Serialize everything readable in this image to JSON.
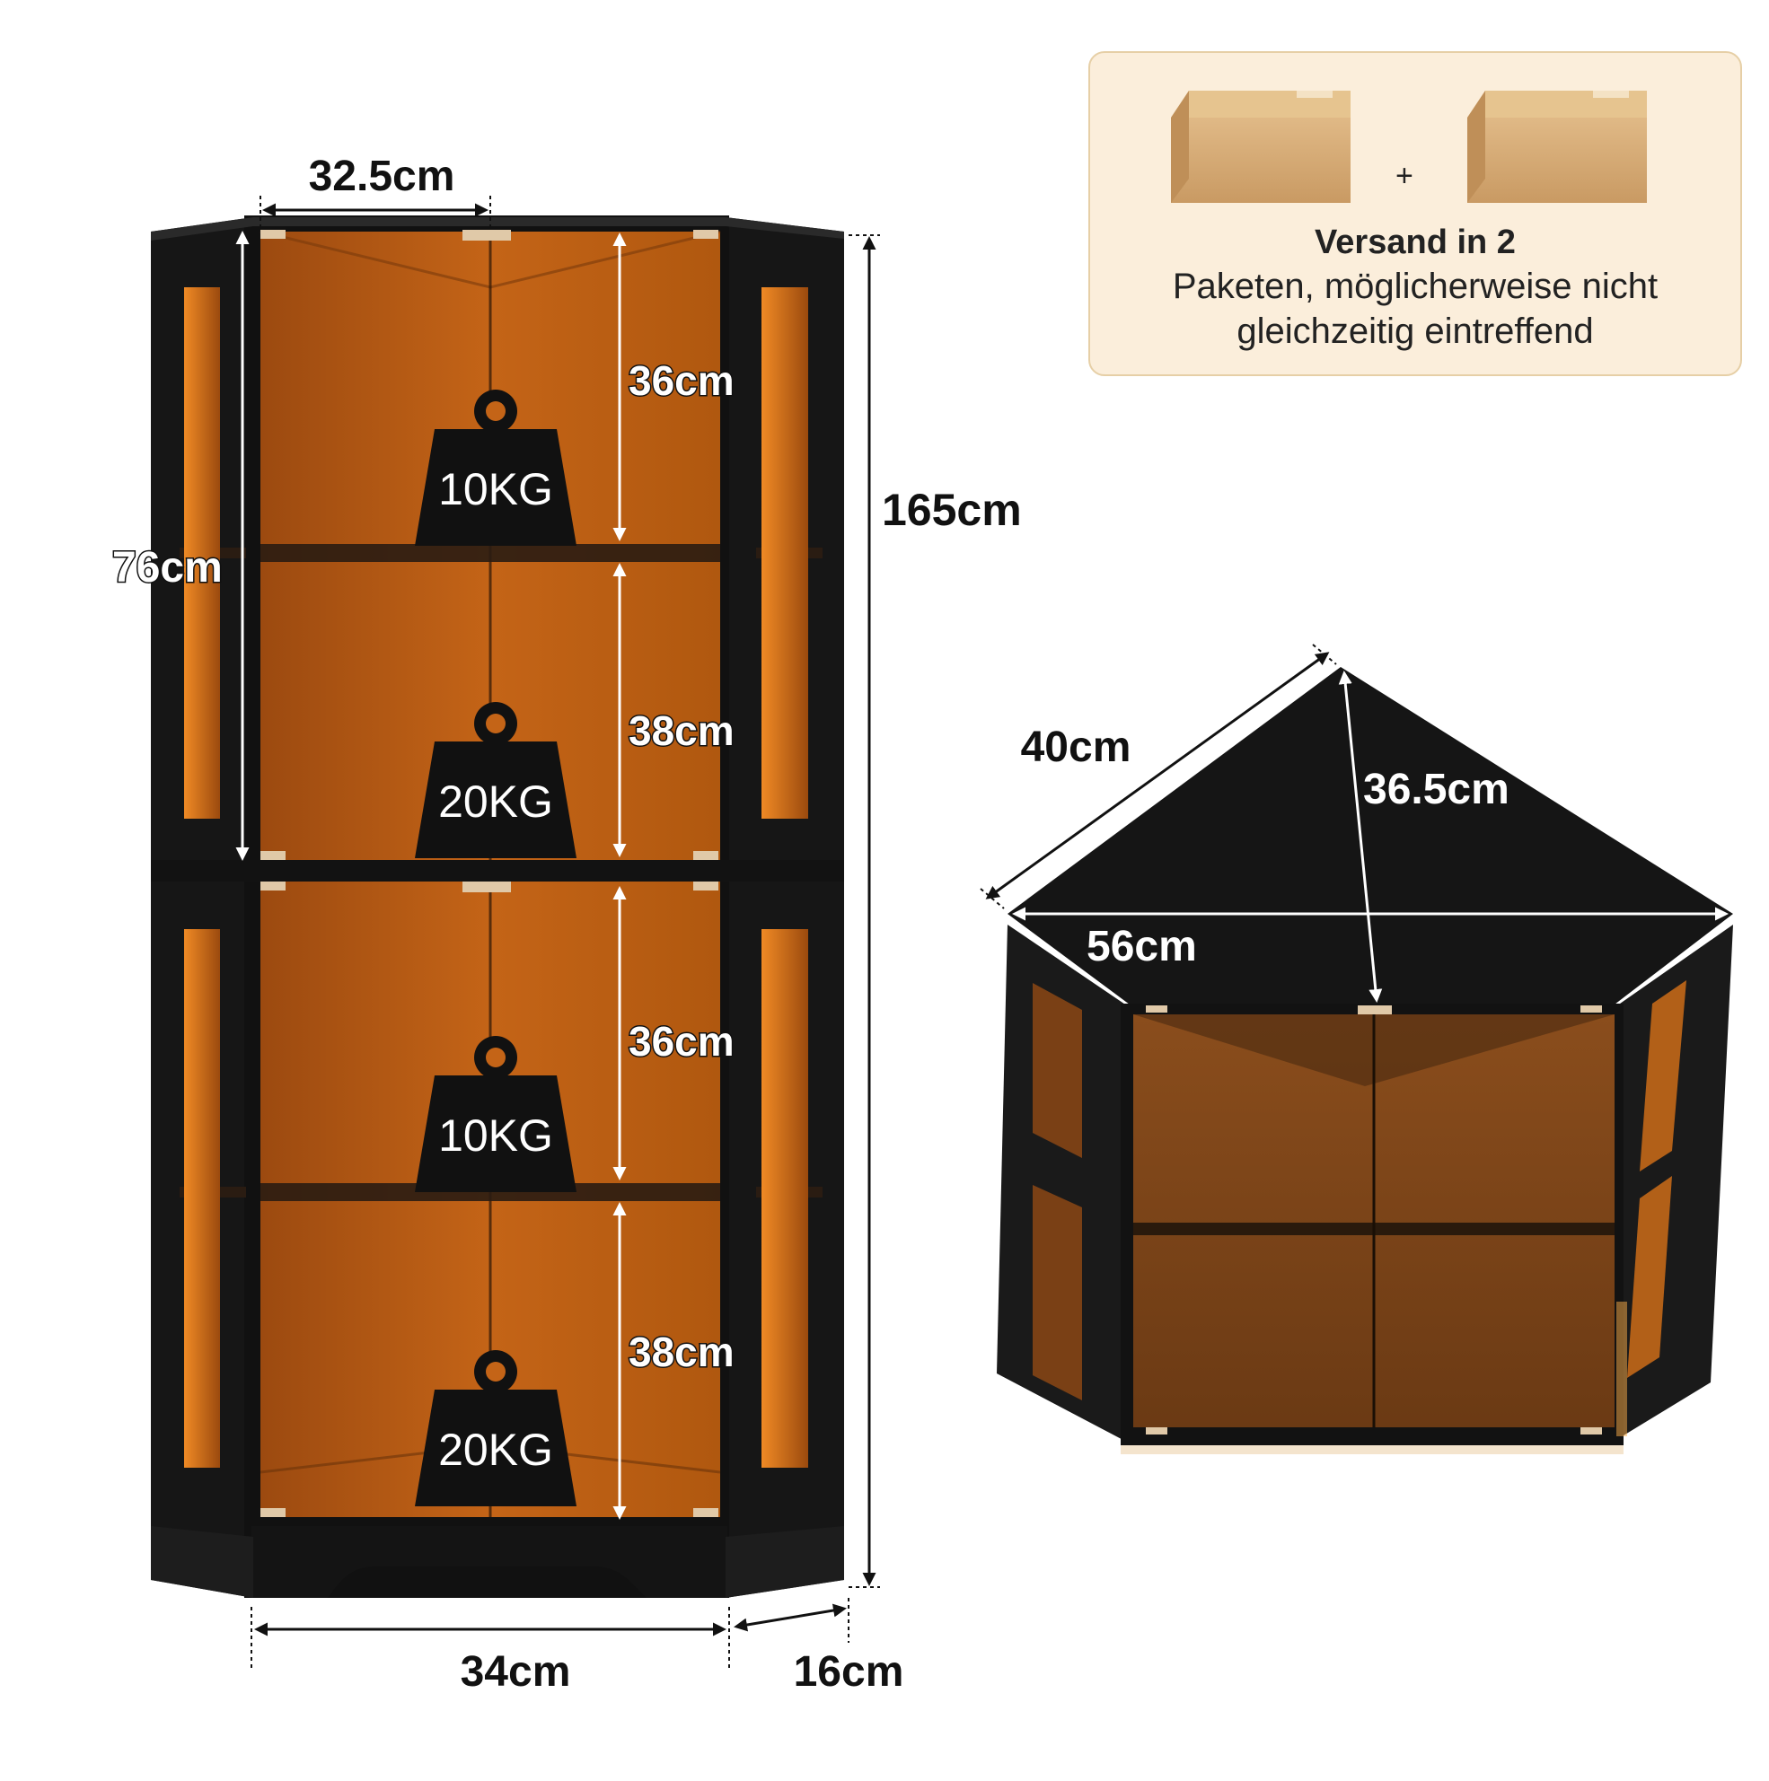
{
  "tall_cabinet": {
    "top_width": "32.5cm",
    "upper_height": "76cm",
    "total_height": "165cm",
    "bottom_width": "34cm",
    "side_depth": "16cm",
    "compartments": [
      {
        "height": "36cm",
        "load": "10KG"
      },
      {
        "height": "38cm",
        "load": "20KG"
      },
      {
        "height": "36cm",
        "load": "10KG"
      },
      {
        "height": "38cm",
        "load": "20KG"
      }
    ]
  },
  "top_view": {
    "side_length": "40cm",
    "depth": "36.5cm",
    "front_width": "56cm"
  },
  "shipping": {
    "title": "Versand in 2",
    "line1": "Paketen, möglicherweise nicht",
    "line2": "gleichzeitig eintreffend",
    "plus": "+"
  },
  "colors": {
    "frame": "#141414",
    "glass_glow": "#c76518",
    "box_cardboard": "#d4a877",
    "info_background": "#fbeedb"
  }
}
